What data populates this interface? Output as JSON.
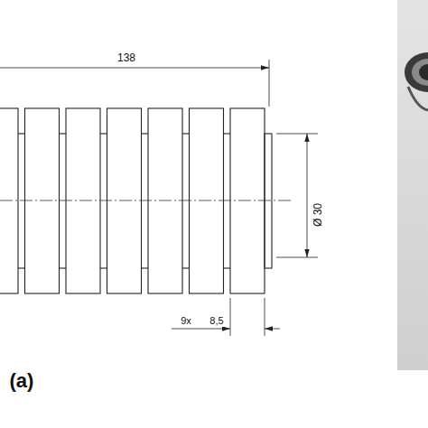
{
  "diagram": {
    "labels": [
      "138",
      "Ø 30",
      "9x",
      "8,5",
      "(a)"
    ]
  }
}
